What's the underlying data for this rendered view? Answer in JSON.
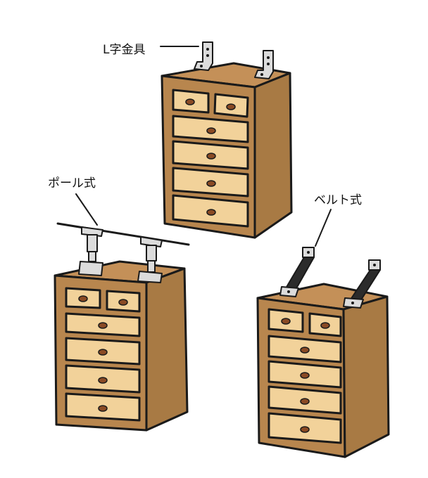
{
  "labels": {
    "l_bracket": "L字金具",
    "pole": "ポール式",
    "belt": "ベルト式"
  },
  "colors": {
    "wood": "#b8864e",
    "wood_side": "#a87a44",
    "drawer": "#f2d29a",
    "handle": "#8a4a24",
    "metal": "#d9d9d9",
    "belt": "#2b2b2b",
    "outline": "#1a1a1a"
  }
}
